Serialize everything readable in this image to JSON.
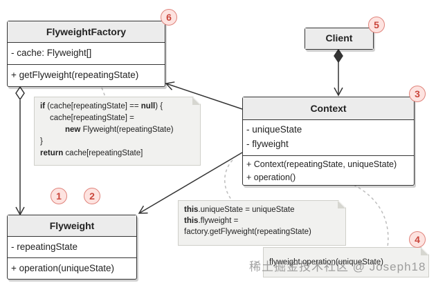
{
  "classes": {
    "factory": {
      "name": "FlyweightFactory",
      "fields": [
        "- cache: Flyweight[]"
      ],
      "methods": [
        "+ getFlyweight(repeatingState)"
      ]
    },
    "client": {
      "name": "Client"
    },
    "context": {
      "name": "Context",
      "fields": [
        "- uniqueState",
        "- flyweight"
      ],
      "methods": [
        "+ Context(repeatingState, uniqueState)",
        "+ operation()"
      ]
    },
    "flyweight": {
      "name": "Flyweight",
      "fields": [
        "- repeatingState"
      ],
      "methods": [
        "+ operation(uniqueState)"
      ]
    }
  },
  "notes": {
    "factory_note": {
      "l1_kw": "if",
      "l1_a": " (cache[repeatingState] == ",
      "l1_kw2": "null",
      "l1_b": ") {",
      "l2": "cache[repeatingState] =",
      "l3_kw": "new",
      "l3": " Flyweight(repeatingState)",
      "l4": "}",
      "l5_kw": "return",
      "l5": " cache[repeatingState]"
    },
    "context_note": {
      "l1_kw": "this",
      "l1": ".uniqueState = uniqueState",
      "l2_kw": "this",
      "l2": ".flyweight =",
      "l3": "factory.getFlyweight(repeatingState)"
    },
    "flyweight_note": {
      "text": "flyweight.operation(uniqueState)"
    }
  },
  "badges": {
    "b1": "1",
    "b2": "2",
    "b3": "3",
    "b4": "4",
    "b5": "5",
    "b6": "6"
  },
  "watermark": "稀土掘金技术社区 @ Joseph18",
  "colors": {
    "line": "#333333",
    "dashed": "#bdbdbd",
    "badge_fill": "#fde3e0",
    "badge_text": "#c9453b",
    "note_fill": "#f1f1ef"
  }
}
